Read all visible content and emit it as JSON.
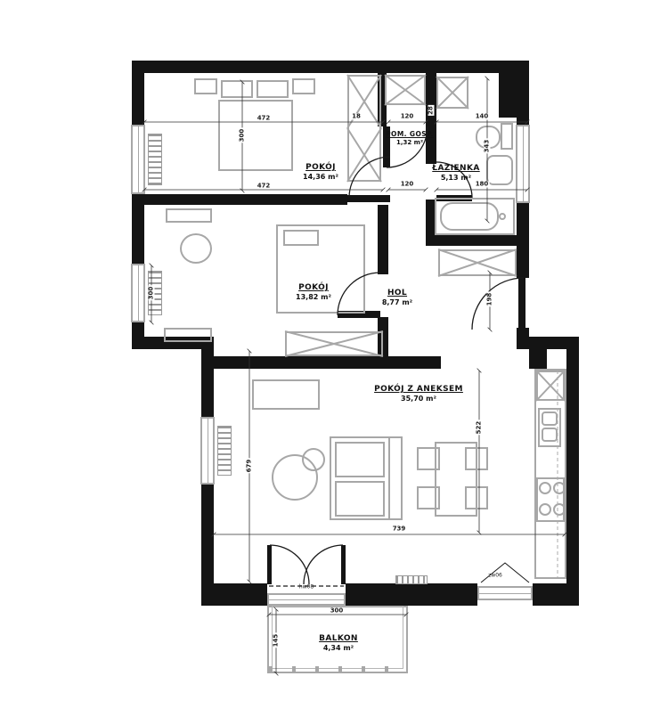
{
  "colors": {
    "wall": "#141414",
    "furniture": "#a7a7a7",
    "dimension_text": "#1c1c1c",
    "background": "#ffffff"
  },
  "rooms": [
    {
      "id": "pokoj-1",
      "name": "POKÓJ",
      "area": "14,36 m²"
    },
    {
      "id": "pom-gosp",
      "name": "POM. GOSP.",
      "area": "1,32 m²"
    },
    {
      "id": "lazienka",
      "name": "ŁAZIENKA",
      "area": "5,13 m²"
    },
    {
      "id": "pokoj-2",
      "name": "POKÓJ",
      "area": "13,82 m²"
    },
    {
      "id": "hol",
      "name": "HOL",
      "area": "8,77 m²"
    },
    {
      "id": "pokoj-z-aneksem",
      "name": "POKÓJ Z ANEKSEM",
      "area": "35,70 m²"
    },
    {
      "id": "balkon",
      "name": "BALKON",
      "area": "4,34 m²"
    }
  ],
  "dimensions": {
    "bed_zone_width": "472",
    "bed_zone_depth": "300",
    "room1_width": "472",
    "niche": "18",
    "gosp_width": "120",
    "gosp_wall": "28",
    "bath_top_width": "140",
    "bath_height": "343",
    "hall_passage": "120",
    "bath_inner_width": "180",
    "entry_niche": "198",
    "window2_height": "300",
    "living_height_left": "679",
    "living_height_right": "522",
    "living_width": "739",
    "balcony_width": "300",
    "balcony_depth": "145"
  },
  "openings": {
    "balcony_door_code": "hw08",
    "kitchen_window_code": "zw06"
  }
}
